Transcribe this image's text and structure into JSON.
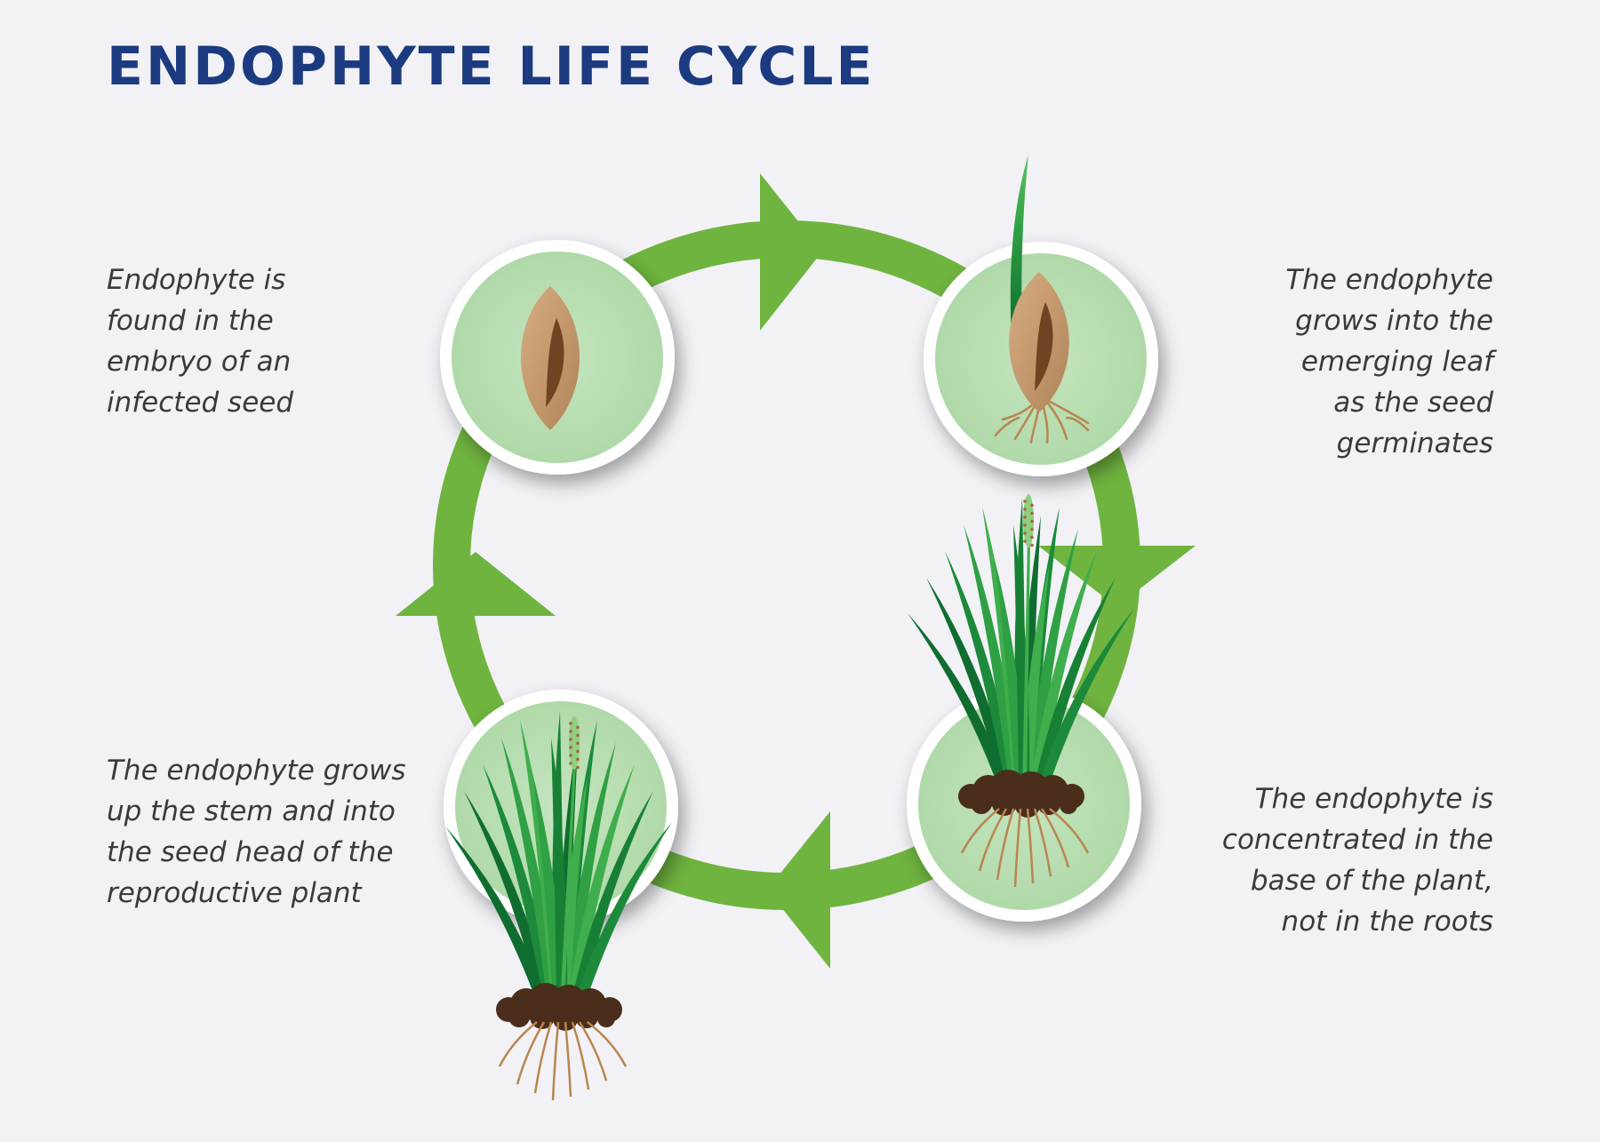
{
  "title": "ENDOPHYTE LIFE CYCLE",
  "colors": {
    "title": "#1b3a80",
    "ring": "#6fb43f",
    "disc": "#b7ddb1",
    "seed_outer": "#c69a6b",
    "seed_inner": "#6e4423",
    "grass": "#2e9a3c",
    "soil": "#4a2d1a",
    "roots": "#b8864f"
  },
  "stages": [
    {
      "id": "seed",
      "icon": "seed-icon",
      "caption_lines": [
        "Endophyte is",
        "found in the",
        "embryo of an",
        "infected seed"
      ]
    },
    {
      "id": "germinating",
      "icon": "germinating-seed-icon",
      "caption_lines": [
        "The endophyte",
        "grows into the",
        "emerging leaf",
        "as the seed",
        "germinates"
      ]
    },
    {
      "id": "vegetative",
      "icon": "grass-plant-icon",
      "caption_lines": [
        "The endophyte is",
        "concentrated in the",
        "base of the plant,",
        "not in the roots"
      ]
    },
    {
      "id": "reproductive",
      "icon": "flowering-grass-icon",
      "caption_lines": [
        "The endophyte grows",
        "up the stem and into",
        "the seed head of the",
        "reproductive plant"
      ]
    }
  ]
}
